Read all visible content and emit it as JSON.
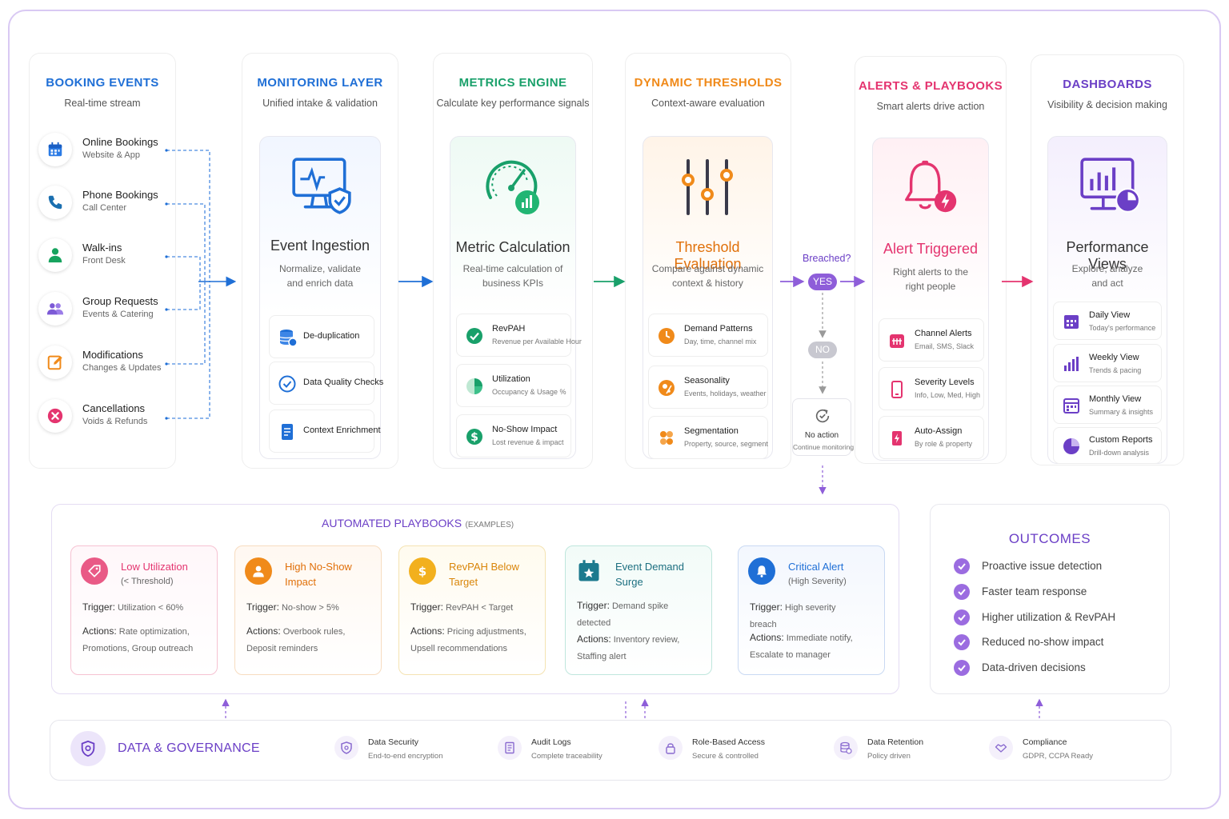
{
  "colors": {
    "blue": "#1f6fd6",
    "green": "#19a06a",
    "orange": "#f08a1a",
    "pink": "#e4346f",
    "purple": "#6b3fc6"
  },
  "booking": {
    "title": "BOOKING EVENTS",
    "subtitle": "Real-time stream",
    "events": [
      {
        "name": "Online Bookings",
        "sub": "Website & App",
        "icon": "calendar-icon"
      },
      {
        "name": "Phone Bookings",
        "sub": "Call Center",
        "icon": "phone-icon"
      },
      {
        "name": "Walk-ins",
        "sub": "Front Desk",
        "icon": "person-icon"
      },
      {
        "name": "Group Requests",
        "sub": "Events & Catering",
        "icon": "group-icon"
      },
      {
        "name": "Modifications",
        "sub": "Changes & Updates",
        "icon": "edit-icon"
      },
      {
        "name": "Cancellations",
        "sub": "Voids & Refunds",
        "icon": "cancel-icon"
      }
    ]
  },
  "monitoring": {
    "title": "MONITORING LAYER",
    "subtitle": "Unified intake & validation",
    "card_title": "Event Ingestion",
    "card_desc1": "Normalize, validate",
    "card_desc2": "and enrich data",
    "items": [
      "De-duplication",
      "Data Quality Checks",
      "Context Enrichment"
    ]
  },
  "metrics": {
    "title": "METRICS ENGINE",
    "subtitle": "Calculate key performance signals",
    "card_title": "Metric Calculation",
    "card_desc1": "Real-time calculation of",
    "card_desc2": "business KPIs",
    "items": [
      {
        "name": "RevPAH",
        "sub": "Revenue per Available Hour"
      },
      {
        "name": "Utilization",
        "sub": "Occupancy & Usage %"
      },
      {
        "name": "No-Show Impact",
        "sub": "Lost revenue & impact"
      }
    ]
  },
  "thresholds": {
    "title": "DYNAMIC THRESHOLDS",
    "subtitle": "Context-aware evaluation",
    "card_title": "Threshold Evaluation",
    "card_desc1": "Compare against dynamic",
    "card_desc2": "context & history",
    "items": [
      {
        "name": "Demand Patterns",
        "sub": "Day, time, channel mix"
      },
      {
        "name": "Seasonality",
        "sub": "Events, holidays, weather"
      },
      {
        "name": "Segmentation",
        "sub": "Property, source, segment"
      }
    ]
  },
  "decision": {
    "question": "Breached?",
    "yes": "YES",
    "no": "NO",
    "no_action": "No action",
    "no_action_sub": "Continue monitoring"
  },
  "alerts": {
    "title": "ALERTS & PLAYBOOKS",
    "subtitle": "Smart alerts drive action",
    "card_title": "Alert Triggered",
    "card_desc1": "Right alerts to the",
    "card_desc2": "right people",
    "items": [
      {
        "name": "Channel Alerts",
        "sub": "Email, SMS, Slack"
      },
      {
        "name": "Severity Levels",
        "sub": "Info, Low, Med, High"
      },
      {
        "name": "Auto-Assign",
        "sub": "By role & property"
      }
    ]
  },
  "dashboards": {
    "title": "DASHBOARDS",
    "subtitle": "Visibility & decision making",
    "card_title": "Performance Views",
    "card_desc1": "Explore, analyze",
    "card_desc2": "and act",
    "items": [
      {
        "name": "Daily View",
        "sub": "Today's performance"
      },
      {
        "name": "Weekly View",
        "sub": "Trends & pacing"
      },
      {
        "name": "Monthly View",
        "sub": "Summary & insights"
      },
      {
        "name": "Custom Reports",
        "sub": "Drill-down analysis"
      }
    ]
  },
  "playbooks": {
    "title": "AUTOMATED PLAYBOOKS",
    "title_suffix": "(EXAMPLES)",
    "trigger_label": "Trigger:",
    "actions_label": "Actions:",
    "cards": [
      {
        "title1": "Low Utilization",
        "title2": "(< Threshold)",
        "trigger": "Utilization < 60%",
        "actions1": "Rate optimization,",
        "actions2": "Promotions, Group outreach"
      },
      {
        "title1": "High No-Show",
        "title2": "Impact",
        "trigger": "No-show > 5%",
        "actions1": "Overbook rules,",
        "actions2": "Deposit reminders"
      },
      {
        "title1": "RevPAH Below",
        "title2": "Target",
        "trigger": "RevPAH < Target",
        "actions1": "Pricing adjustments,",
        "actions2": "Upsell recommendations"
      },
      {
        "title1": "Event Demand",
        "title2": "Surge",
        "trigger1": "Demand spike",
        "trigger2": "detected",
        "actions1": "Inventory review,",
        "actions2": "Staffing alert"
      },
      {
        "title1": "Critical Alert",
        "title2": "(High Severity)",
        "trigger1": "High severity",
        "trigger2": "breach",
        "actions1": "Immediate notify,",
        "actions2": "Escalate to manager"
      }
    ]
  },
  "outcomes": {
    "title": "OUTCOMES",
    "items": [
      "Proactive issue detection",
      "Faster team response",
      "Higher utilization & RevPAH",
      "Reduced no-show impact",
      "Data-driven decisions"
    ]
  },
  "governance": {
    "title": "DATA & GOVERNANCE",
    "items": [
      {
        "name": "Data Security",
        "sub": "End-to-end encryption"
      },
      {
        "name": "Audit Logs",
        "sub": "Complete traceability"
      },
      {
        "name": "Role-Based Access",
        "sub": "Secure & controlled"
      },
      {
        "name": "Data Retention",
        "sub": "Policy driven"
      },
      {
        "name": "Compliance",
        "sub": "GDPR, CCPA Ready"
      }
    ]
  }
}
